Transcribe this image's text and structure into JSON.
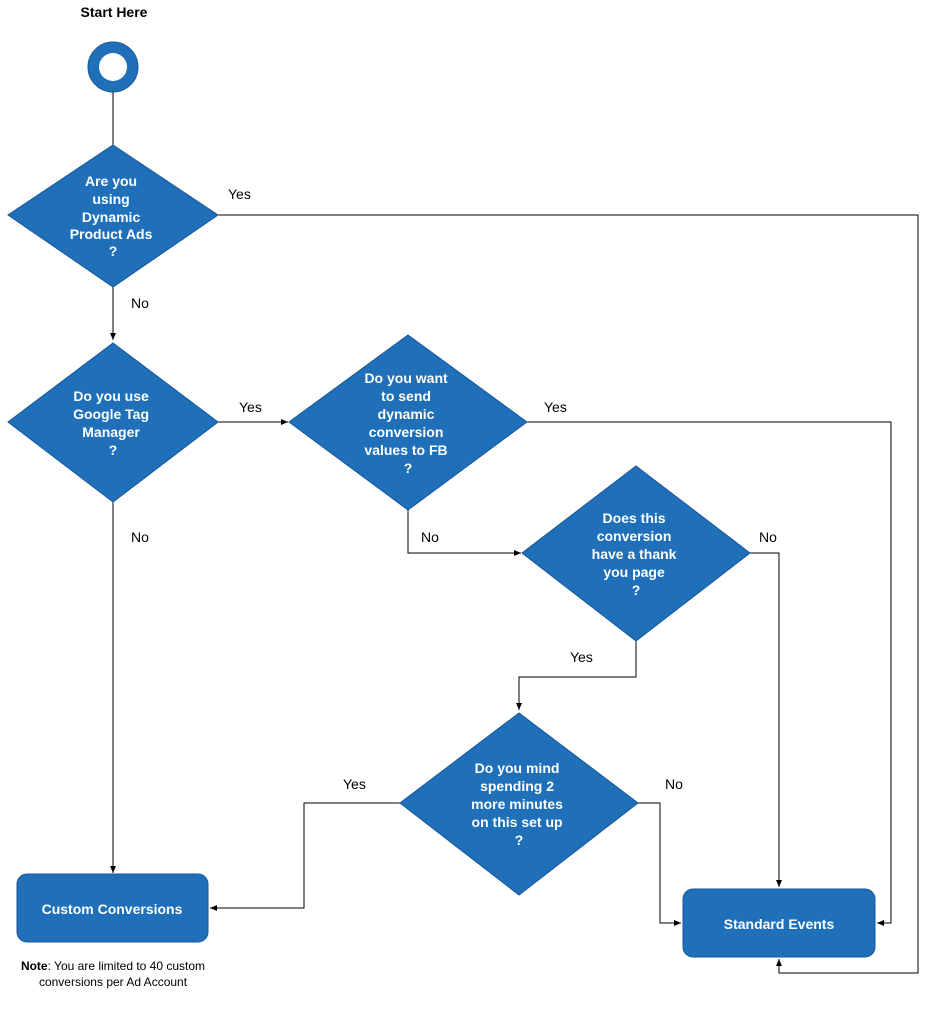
{
  "start": {
    "label": "Start Here"
  },
  "nodes": {
    "dpa": {
      "lines": [
        "Are you",
        "using",
        "Dynamic",
        "Product Ads",
        "?"
      ]
    },
    "gtm": {
      "lines": [
        "Do you use",
        "Google Tag",
        "Manager",
        "?"
      ]
    },
    "dynamic": {
      "lines": [
        "Do you want",
        "to send",
        "dynamic",
        "conversion",
        "values to FB",
        "?"
      ]
    },
    "thankyou": {
      "lines": [
        "Does this",
        "conversion",
        "have a thank",
        "you page",
        "?"
      ]
    },
    "mind": {
      "lines": [
        "Do you mind",
        "spending 2",
        "more minutes",
        "on this set up",
        "?"
      ]
    },
    "custom": {
      "label": "Custom Conversions"
    },
    "standard": {
      "label": "Standard Events"
    }
  },
  "edges": {
    "dpa_yes": "Yes",
    "dpa_no": "No",
    "gtm_yes": "Yes",
    "gtm_no": "No",
    "dynamic_yes": "Yes",
    "dynamic_no": "No",
    "thankyou_yes": "Yes",
    "thankyou_no": "No",
    "mind_yes": "Yes",
    "mind_no": "No"
  },
  "note": {
    "bold": "Note",
    "rest1": ": You are limited to 40 custom",
    "line2": "conversions per Ad Account"
  },
  "colors": {
    "shape_fill": "#1f6fb9",
    "text": "#ffffff",
    "line": "#000000"
  }
}
